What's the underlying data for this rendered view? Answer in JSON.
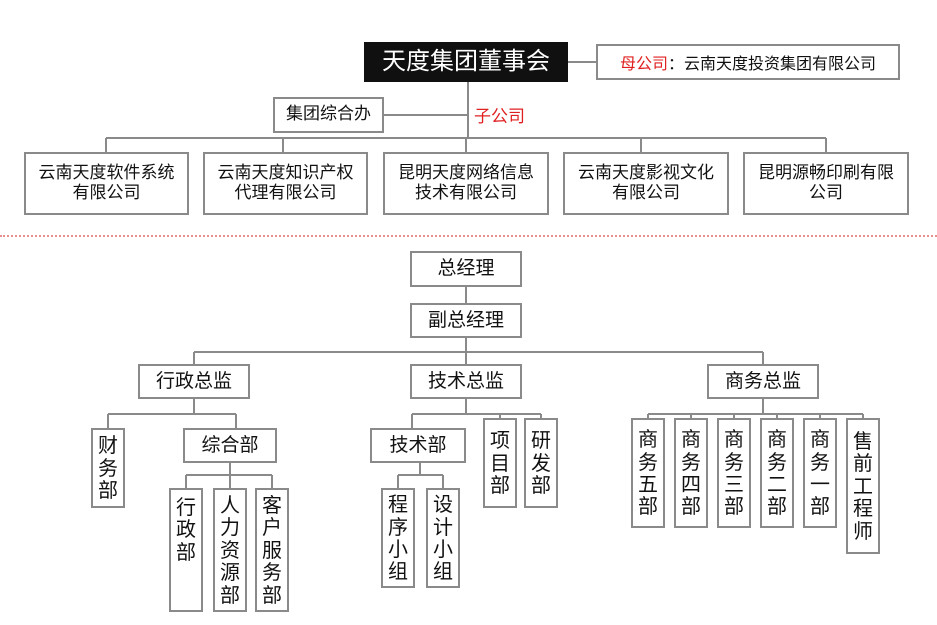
{
  "board": {
    "title": "天度集团董事会"
  },
  "parent_company": {
    "label": "母公司",
    "separator": "：",
    "name": "云南天度投资集团有限公司"
  },
  "group_office": "集团综合办",
  "subsidiary_label": "子公司",
  "subsidiaries": [
    [
      "云南天度软件系统",
      "有限公司"
    ],
    [
      "云南天度知识产权",
      "代理有限公司"
    ],
    [
      "昆明天度网络信息",
      "技术有限公司"
    ],
    [
      "云南天度影视文化",
      "有限公司"
    ],
    [
      "昆明源畅印刷有限",
      "公司"
    ]
  ],
  "general_manager": "总经理",
  "deputy_general_manager": "副总经理",
  "directors": {
    "admin": "行政总监",
    "tech": "技术总监",
    "business": "商务总监"
  },
  "admin_units": {
    "finance": "财务部",
    "general_dept": "综合部",
    "sub": [
      "行政部",
      "人力资源部",
      "客户服务部"
    ]
  },
  "tech_units": {
    "tech_dept": "技术部",
    "project": "项目部",
    "rd": "研发部",
    "sub": [
      "程序小组",
      "设计小组"
    ]
  },
  "business_units": [
    "商务五部",
    "商务四部",
    "商务三部",
    "商务二部",
    "商务一部",
    "售前工程师"
  ],
  "colors": {
    "line": "#8a8a8a",
    "board_bg": "#101010",
    "accent_red": "#e02020",
    "divider": "#e89090"
  }
}
